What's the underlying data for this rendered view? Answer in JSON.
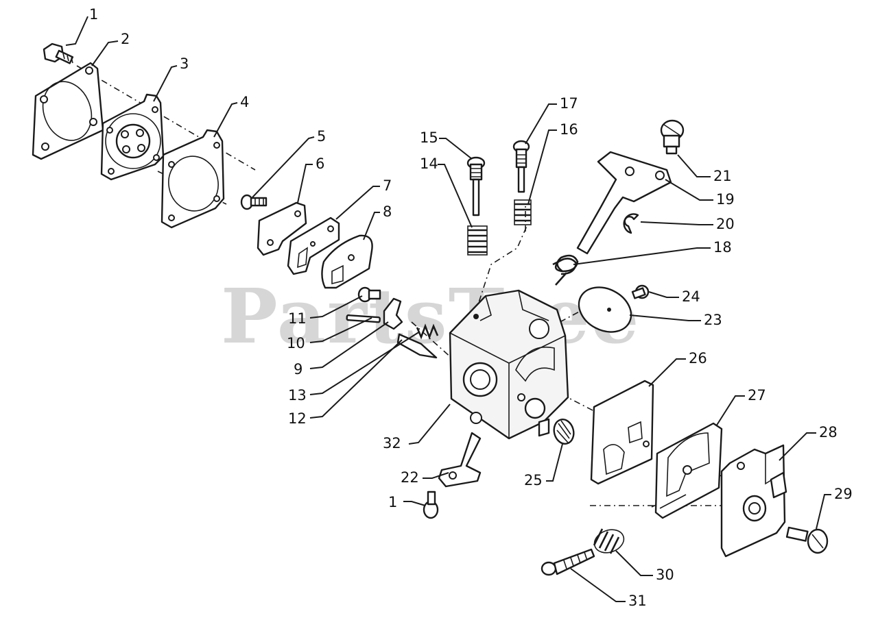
{
  "watermark": {
    "text": "PartsTree"
  },
  "callouts": [
    {
      "id": "c1a",
      "text": "1"
    },
    {
      "id": "c2",
      "text": "2"
    },
    {
      "id": "c3",
      "text": "3"
    },
    {
      "id": "c4",
      "text": "4"
    },
    {
      "id": "c5",
      "text": "5"
    },
    {
      "id": "c6",
      "text": "6"
    },
    {
      "id": "c7",
      "text": "7"
    },
    {
      "id": "c8",
      "text": "8"
    },
    {
      "id": "c9",
      "text": "9"
    },
    {
      "id": "c10",
      "text": "10"
    },
    {
      "id": "c11",
      "text": "11"
    },
    {
      "id": "c12",
      "text": "12"
    },
    {
      "id": "c13",
      "text": "13"
    },
    {
      "id": "c14",
      "text": "14"
    },
    {
      "id": "c15",
      "text": "15"
    },
    {
      "id": "c16",
      "text": "16"
    },
    {
      "id": "c17",
      "text": "17"
    },
    {
      "id": "c18",
      "text": "18"
    },
    {
      "id": "c19",
      "text": "19"
    },
    {
      "id": "c20",
      "text": "20"
    },
    {
      "id": "c21",
      "text": "21"
    },
    {
      "id": "c22",
      "text": "22"
    },
    {
      "id": "c23",
      "text": "23"
    },
    {
      "id": "c24",
      "text": "24"
    },
    {
      "id": "c25",
      "text": "25"
    },
    {
      "id": "c26",
      "text": "26"
    },
    {
      "id": "c27",
      "text": "27"
    },
    {
      "id": "c28",
      "text": "28"
    },
    {
      "id": "c29",
      "text": "29"
    },
    {
      "id": "c30",
      "text": "30"
    },
    {
      "id": "c31",
      "text": "31"
    },
    {
      "id": "c32",
      "text": "32"
    },
    {
      "id": "c1b",
      "text": "1"
    }
  ]
}
